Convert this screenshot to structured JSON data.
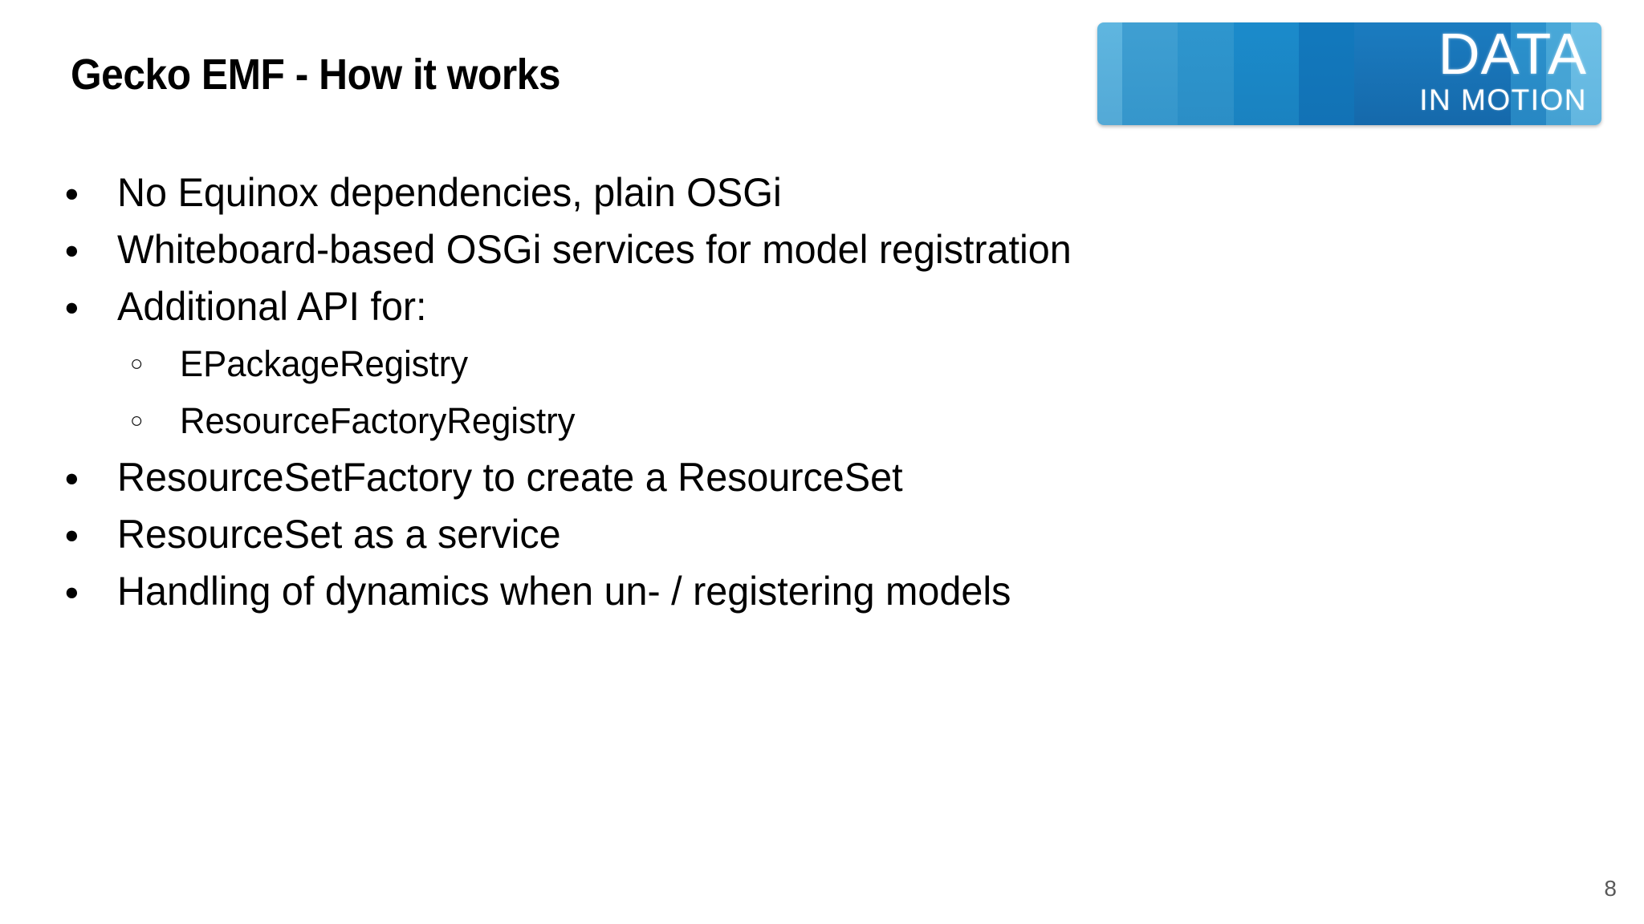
{
  "slide": {
    "title": "Gecko EMF - How it works",
    "page_number": "8",
    "background_color": "#ffffff",
    "text_color": "#000000",
    "page_number_color": "#595959"
  },
  "logo": {
    "name": "data-in-motion-logo",
    "primary_text": "DATA",
    "secondary_text": "IN MOTION",
    "colors": {
      "lightest": "#6ec0e6",
      "light": "#49a8d8",
      "mid": "#2c92cd",
      "dark": "#1b7cc0",
      "darkest": "#1569ab",
      "text": "#ffffff"
    }
  },
  "content": {
    "bullets": [
      {
        "level": 1,
        "marker": "●",
        "text": "No Equinox dependencies, plain OSGi"
      },
      {
        "level": 1,
        "marker": "●",
        "text": "Whiteboard-based OSGi services for model registration"
      },
      {
        "level": 1,
        "marker": "●",
        "text": "Additional API for:"
      },
      {
        "level": 2,
        "marker": "○",
        "text": "EPackageRegistry"
      },
      {
        "level": 2,
        "marker": "○",
        "text": "ResourceFactoryRegistry"
      },
      {
        "level": 1,
        "marker": "●",
        "text": "ResourceSetFactory to create a ResourceSet"
      },
      {
        "level": 1,
        "marker": "●",
        "text": "ResourceSet as a service"
      },
      {
        "level": 1,
        "marker": "●",
        "text": "Handling of dynamics when un- / registering models"
      }
    ]
  }
}
